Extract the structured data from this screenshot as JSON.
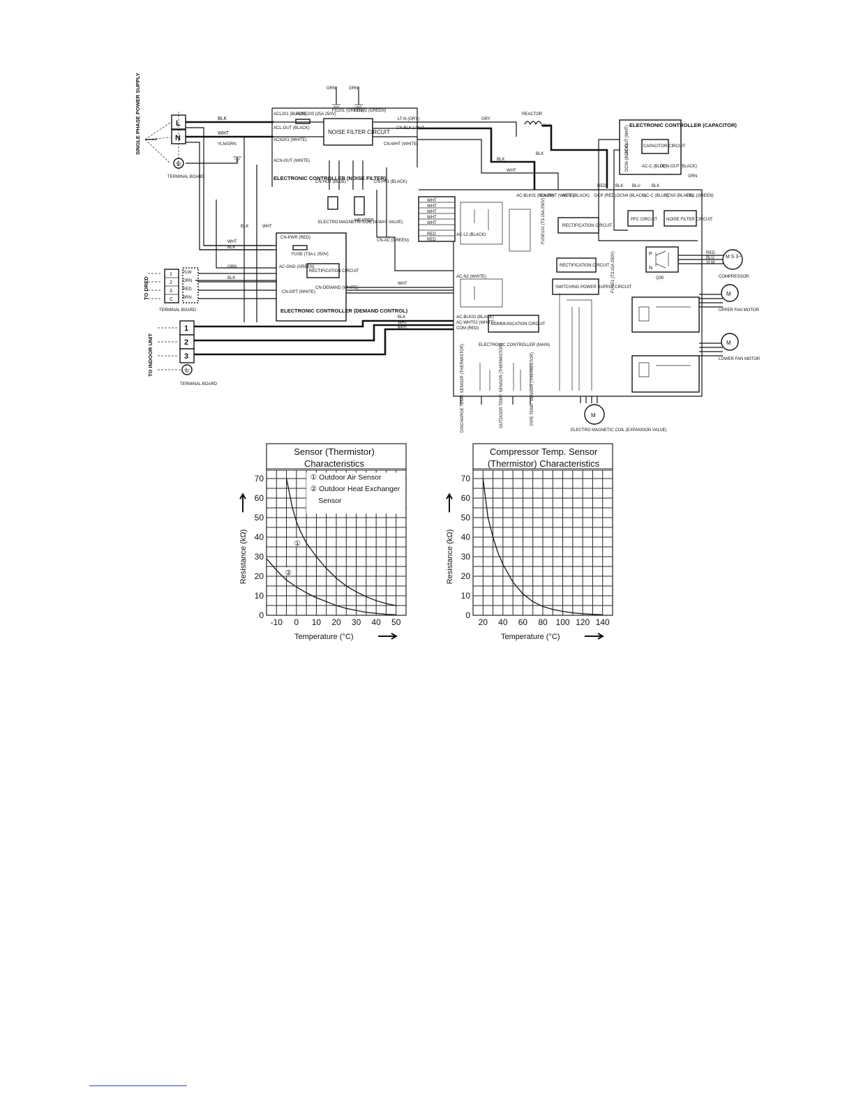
{
  "diagram": {
    "supply": {
      "title": "SINGLE PHASE POWER SUPPLY",
      "terminals": [
        "L",
        "N"
      ],
      "terminal_board": "TERMINAL BOARD"
    },
    "wires": {
      "blk": "BLK",
      "wht": "WHT",
      "red": "RED",
      "grn": "GRN",
      "gry": "GRY",
      "blu": "BLU",
      "yln": "YLN/GRN",
      "orn": "ORN",
      "brn": "BRN",
      "yel": "YLW"
    },
    "noise_filter_controller": {
      "title": "ELECTRONIC CONTROLLER (NOISE FILTER)",
      "circuit": "NOISE FILTER CIRCUIT",
      "acl201": "ACL201 (BLACK)",
      "fuse200": "FUSE200 (25A 250V)",
      "fg201": "FG201 (GREEN)",
      "fg202": "FG202 (GREEN)",
      "acl_out": "ACL-OUT (BLACK)",
      "acn201": "ACN201 (WHITE)",
      "acn_out": "ACN-OUT (WHITE)",
      "lt_n": "LT-N (GRY)",
      "cn_blk_lout": "CN-BLK-LOUT",
      "cn_wht": "CN-WHT (WHITE)",
      "cn_hot": "CN-HOT (BLUE)",
      "cn_ht1": "CN-HT1 (BLACK)",
      "cn_ac": "CN-AC (GREEN)"
    },
    "reactor": "REACTOR",
    "capacitor_controller": {
      "title": "ELECTRONIC CONTROLLER (CAPACITOR)",
      "circuit": "CAPACITOR CIRCUIT",
      "dc_out": "DC-OUT (WHT)",
      "dcin": "DCIN (BLACK)",
      "ac_c": "AC-C (BLUE)",
      "dcn_out": "DCN-OUT (BLACK)"
    },
    "valve_coil": "ELECTRO MAGNETIC COIL (4-WAY VALVE)",
    "heater": "HEATER",
    "demand_controller": {
      "title": "ELECTRONIC CONTROLLER (DEMAND CONTROL)",
      "cn_pwr": "CN-PWR (RED)",
      "fuse": "FUSE (T3A L 250V)",
      "rect": "RECTIFICATION CIRCUIT",
      "ac_gnd": "AC-GND (GREEN)",
      "cn_opt": "CN-OPT (WHITE)",
      "cn_demand": "CN-DEMAND (WHITE)"
    },
    "to_dred": {
      "title": "TO DRED",
      "terminals": [
        "1",
        "2",
        "3",
        "C"
      ],
      "board": "TERMINAL BOARD"
    },
    "to_indoor": {
      "title": "TO INDOOR UNIT",
      "terminals": [
        "1",
        "2",
        "3"
      ],
      "board": "TERMINAL BOARD"
    },
    "main_controller": {
      "title": "ELECTRONIC CONTROLLER (MAIN)",
      "ac_blk01": "AC-BLK01 (BLACK)",
      "cn_wht_main": "CN-WHT (WHITE)",
      "ac_l": "AC-L (BLACK)",
      "ac_l2": "AC-L2 (BLACK)",
      "ac_n2": "AC-N2 (WHITE)",
      "dcp": "DCP (RED)",
      "dcn4": "DCN4 (BLACK)",
      "ac_c_main": "AC-C (BLUE)",
      "dcn3": "DCN3 (BLACK)",
      "fg1": "FG1 (GREEN)",
      "fuse1": "FUSE1 (T3.15A 250V)",
      "fuse101": "FUSE101 (T3.15A 250V)",
      "ac_blk02": "AC-BLK02 (BLACK)",
      "ac_wht02": "AC-WHT02 (WHITE)",
      "com_red": "COM (RED)",
      "rect1": "RECTIFICATION CIRCUIT",
      "rect2": "RECTIFICATION CIRCUIT",
      "pfc": "PFC CIRCUIT",
      "noise": "NOISE FILTER CIRCUIT",
      "switching": "SWITCHING POWER SUPPLY CIRCUIT",
      "comm": "COMMUNICATION CIRCUIT",
      "ipm": "Q30",
      "ipm_p": "P",
      "ipm_n": "N"
    },
    "compressor": "COMPRESSOR",
    "compressor_motor": "M S 3~",
    "upper_fan": "UPPER FAN MOTOR",
    "lower_fan": "LOWER FAN MOTOR",
    "motor_label": "M",
    "sensors": [
      "DISCHARGE TEMP. SENSOR (THERMISTOR)",
      "OUTDOOR TEMP. SENSOR (THERMISTOR)",
      "PIPE TEMP. SENSOR (THERMISTOR)"
    ],
    "expansion": "ELECTRO MAGNETIC COIL (EXPANSION VALVE)"
  },
  "chart_data": [
    {
      "type": "line",
      "title": "Sensor (Thermistor) Characteristics",
      "xlabel": "Temperature (°C)",
      "ylabel": "Resistance (kΩ)",
      "xlim": [
        -15,
        55
      ],
      "ylim": [
        0,
        75
      ],
      "xticks": [
        -10,
        0,
        10,
        20,
        30,
        40,
        50
      ],
      "yticks": [
        0,
        10,
        20,
        30,
        40,
        50,
        60,
        70
      ],
      "grid": true,
      "legend": [
        "Outdoor Air Sensor",
        "Outdoor Heat Exchanger Sensor"
      ],
      "legend_marks": [
        "①",
        "②"
      ],
      "series": [
        {
          "name": "Outdoor Air Sensor",
          "marker": "①",
          "label_at": [
            0.5,
            37
          ],
          "x": [
            -5,
            -2,
            0,
            2,
            5,
            10,
            15,
            20,
            25,
            30,
            35,
            40,
            45,
            50
          ],
          "y": [
            70,
            55,
            48,
            43,
            37,
            30,
            24,
            19,
            15,
            12,
            9.5,
            7.5,
            6,
            5
          ]
        },
        {
          "name": "Outdoor Heat Exchanger Sensor",
          "marker": "②",
          "label_at": [
            -4,
            22
          ],
          "x": [
            -15,
            -10,
            -5,
            0,
            5,
            10,
            15,
            20,
            25,
            30,
            35,
            40,
            45,
            50
          ],
          "y": [
            29,
            23,
            18,
            14.5,
            11.5,
            9,
            7,
            5,
            3.5,
            2.5,
            1.5,
            1,
            0.5,
            0.3
          ]
        }
      ]
    },
    {
      "type": "line",
      "title": "Compressor Temp. Sensor (Thermistor) Characteristics",
      "xlabel": "Temperature (°C)",
      "ylabel": "Resistance (kΩ)",
      "xlim": [
        10,
        150
      ],
      "ylim": [
        0,
        75
      ],
      "xticks": [
        20,
        40,
        60,
        80,
        100,
        120,
        140
      ],
      "yticks": [
        0,
        10,
        20,
        30,
        40,
        50,
        60,
        70
      ],
      "grid": true,
      "series": [
        {
          "x": [
            20,
            25,
            30,
            35,
            40,
            50,
            60,
            70,
            80,
            90,
            100,
            110,
            120,
            130,
            140
          ],
          "y": [
            70,
            50,
            40,
            32,
            26,
            17,
            11,
            7,
            4.5,
            3,
            2,
            1.3,
            0.8,
            0.5,
            0.3
          ]
        }
      ]
    }
  ]
}
